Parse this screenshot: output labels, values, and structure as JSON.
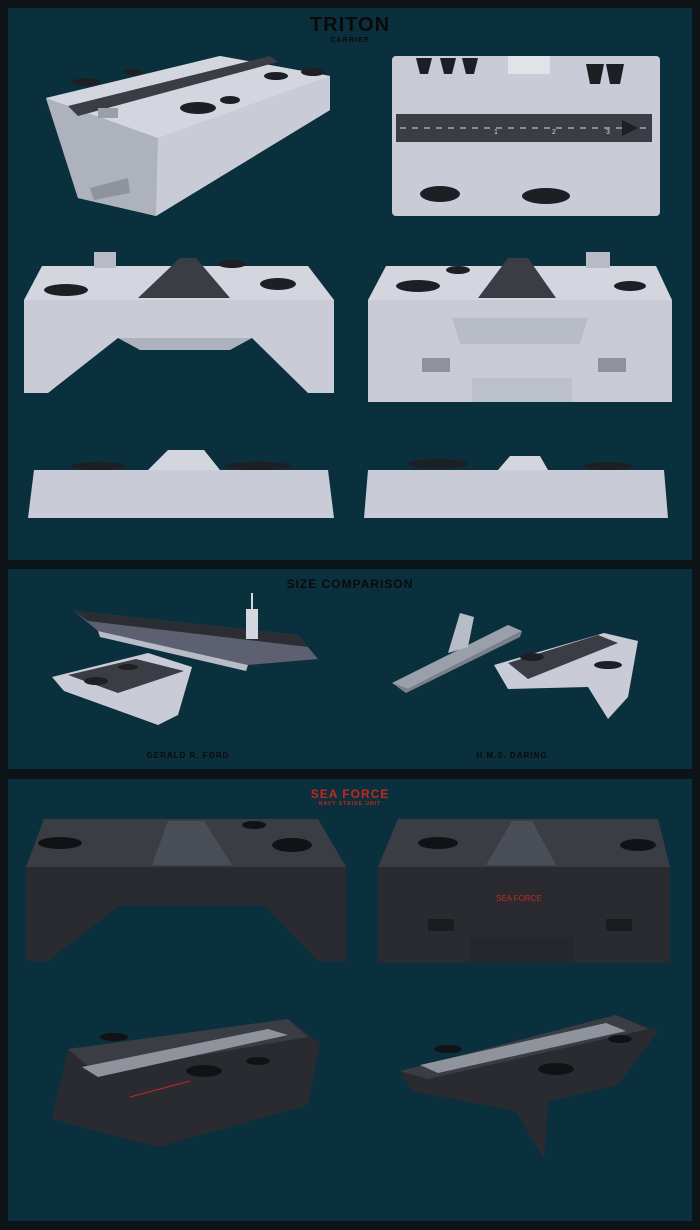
{
  "panel1": {
    "title": "TRITON",
    "subtitle": "CARRIER",
    "deck_numbers": [
      "1",
      "2",
      "3"
    ]
  },
  "panel2": {
    "title": "SIZE COMPARISON",
    "label_left": "GERALD  R. FORD",
    "label_right": "H.M.S. DARING"
  },
  "panel3": {
    "title": "SEA FORCE",
    "subtitle": "NAVY STRIKE UNIT",
    "hull_marking": "SEA FORCE"
  },
  "colors": {
    "page_background": "#0d1417",
    "panel_background": "#0b303d",
    "hull_light": "#c9ccd6",
    "hull_dark": "#2a2b30",
    "deck_dark": "#3a3d44",
    "accent_red": "#c3281f"
  }
}
